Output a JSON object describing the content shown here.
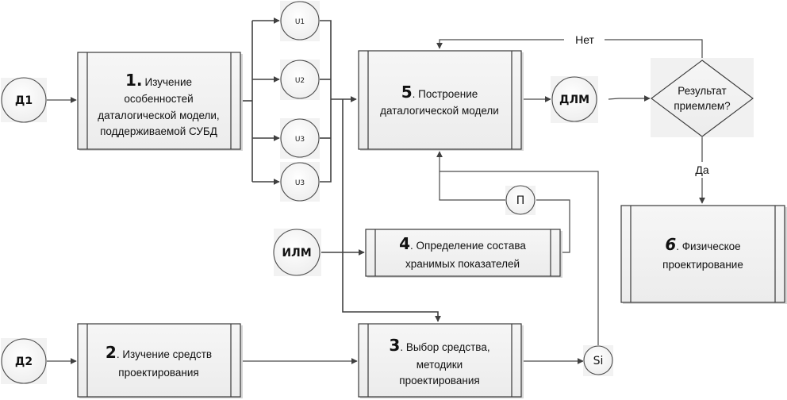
{
  "diagram": {
    "processes": [
      {
        "id": "p1",
        "number": "1.",
        "lines": [
          "Изучение",
          "особенностей",
          "даталогической модели,",
          "поддерживаемой СУБД"
        ]
      },
      {
        "id": "p2",
        "number": "2",
        "lines": [
          ". Изучение средств",
          "проектирования"
        ]
      },
      {
        "id": "p3",
        "number": "3",
        "lines": [
          ". Выбор средства,",
          "методики",
          "проектирования"
        ]
      },
      {
        "id": "p4",
        "number": "4",
        "lines": [
          ". Определение состава",
          "хранимых показателей"
        ]
      },
      {
        "id": "p5",
        "number": "5",
        "lines": [
          ". Построение",
          "даталогической модели"
        ]
      },
      {
        "id": "p6",
        "number": "6",
        "lines": [
          ". Физическое",
          "проектирование"
        ]
      }
    ],
    "data_nodes": {
      "d1": "Д1",
      "d2": "Д2",
      "ilm": "ИЛМ",
      "dlm": "ДЛМ",
      "p": "П",
      "si": "Si",
      "u1": "U1",
      "u2": "U2",
      "u3a": "U3",
      "u3b": "U3"
    },
    "decision": {
      "lines": [
        "Результат",
        "приемлем?"
      ]
    },
    "edge_labels": {
      "no": "Нет",
      "yes": "Да"
    }
  }
}
